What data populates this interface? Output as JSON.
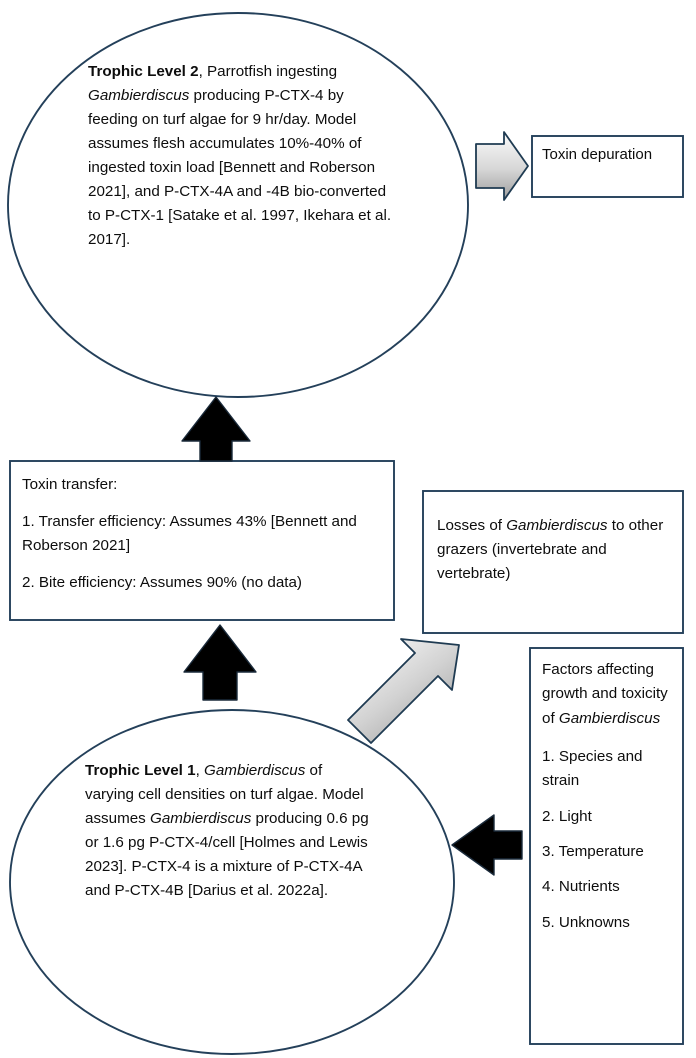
{
  "diagram": {
    "title": "Ciguatoxin trophic transfer conceptual model",
    "colors": {
      "shape_stroke": "#24405a",
      "arrow_black": "#000000",
      "arrow_gray_light": "#f2f2f2",
      "arrow_gray_dark": "#9a9a9a",
      "arrow_gray_stroke": "#1f3b52",
      "text": "#0d0d0d",
      "background": "#ffffff"
    },
    "nodes": {
      "trophic_level_2": {
        "shape": "ellipse",
        "label": "trophic-level-2-ellipse",
        "lead_bold": "Trophic Level 2",
        "text_segments": [
          {
            "t": ", Parrotfish ingesting ",
            "style": "normal"
          },
          {
            "t": "Gambierdiscus",
            "style": "italic"
          },
          {
            "t": " producing P-CTX-4 by feeding on turf algae for 9 hr/day. Model assumes flesh accumulates 10%-40% of ingested toxin load [Bennett and Roberson 2021], and P-CTX-4A and -4B bio-converted to P-CTX-1 [Satake et al. 1997, Ikehara et al. 2017].",
            "style": "normal"
          }
        ],
        "plain_text": "Trophic Level 2, Parrotfish ingesting Gambierdiscus producing P-CTX-4 by feeding on turf algae for 9 hr/day. Model assumes flesh accumulates 10%-40% of ingested toxin load [Bennett and Roberson 2021], and P-CTX-4A and -4B bio-converted to P-CTX-1 [Satake et al. 1997, Ikehara et al. 2017]."
      },
      "trophic_level_1": {
        "shape": "ellipse",
        "label": "trophic-level-1-ellipse",
        "lead_bold": "Trophic Level 1",
        "text_segments": [
          {
            "t": ", ",
            "style": "normal"
          },
          {
            "t": "Gambierdiscus",
            "style": "italic"
          },
          {
            "t": " of varying cell densities on turf algae. Model assumes ",
            "style": "normal"
          },
          {
            "t": "Gambierdiscus",
            "style": "italic"
          },
          {
            "t": " producing 0.6 pg or 1.6 pg P-CTX-4/cell [Holmes and Lewis 2023]. P-CTX-4 is a mixture of P-CTX-4A and P-CTX-4B [Darius et al. 2022a].",
            "style": "normal"
          }
        ],
        "plain_text": "Trophic Level 1, Gambierdiscus of varying cell densities on turf algae. Model assumes Gambierdiscus producing 0.6 pg or 1.6 pg P-CTX-4/cell [Holmes and Lewis 2023]. P-CTX-4 is a mixture of P-CTX-4A and P-CTX-4B [Darius et al. 2022a]."
      },
      "toxin_depuration": {
        "shape": "rectangle",
        "label": "toxin-depuration-box",
        "text": "Toxin depuration"
      },
      "toxin_transfer": {
        "shape": "rectangle",
        "label": "toxin-transfer-box",
        "heading": "Toxin transfer:",
        "items": [
          "1. Transfer efficiency: Assumes 43% [Bennett and Roberson 2021]",
          "2. Bite efficiency: Assumes 90% (no data)"
        ]
      },
      "losses": {
        "shape": "rectangle",
        "label": "losses-box",
        "text_segments": [
          {
            "t": "Losses of ",
            "style": "normal"
          },
          {
            "t": "Gambierdiscus",
            "style": "italic"
          },
          {
            "t": " to other grazers (invertebrate and vertebrate)",
            "style": "normal"
          }
        ],
        "plain_text": "Losses of Gambierdiscus to other grazers (invertebrate and vertebrate)"
      },
      "factors": {
        "shape": "rectangle",
        "label": "factors-box",
        "heading_segments": [
          {
            "t": "Factors affecting growth and toxicity of ",
            "style": "normal"
          },
          {
            "t": "Gambierdiscus",
            "style": "italic"
          }
        ],
        "heading_plain": "Factors affecting growth and toxicity of Gambierdiscus",
        "items": [
          "1. Species and strain",
          "2. Light",
          "3. Temperature",
          "4. Nutrients",
          "5. Unknowns"
        ]
      }
    },
    "arrows": [
      {
        "name": "arrow-depuration",
        "style": "gray-gradient",
        "direction": "right",
        "from": "trophic-level-2-ellipse",
        "to": "toxin-depuration-box"
      },
      {
        "name": "arrow-transfer-to-tl2",
        "style": "black",
        "direction": "up",
        "from": "toxin-transfer-box",
        "to": "trophic-level-2-ellipse"
      },
      {
        "name": "arrow-tl1-to-transfer",
        "style": "black",
        "direction": "up",
        "from": "trophic-level-1-ellipse",
        "to": "toxin-transfer-box"
      },
      {
        "name": "arrow-tl1-to-losses",
        "style": "gray-gradient",
        "direction": "up-right",
        "from": "trophic-level-1-ellipse",
        "to": "losses-box"
      },
      {
        "name": "arrow-factors-to-tl1",
        "style": "black",
        "direction": "left",
        "from": "factors-box",
        "to": "trophic-level-1-ellipse"
      }
    ]
  }
}
